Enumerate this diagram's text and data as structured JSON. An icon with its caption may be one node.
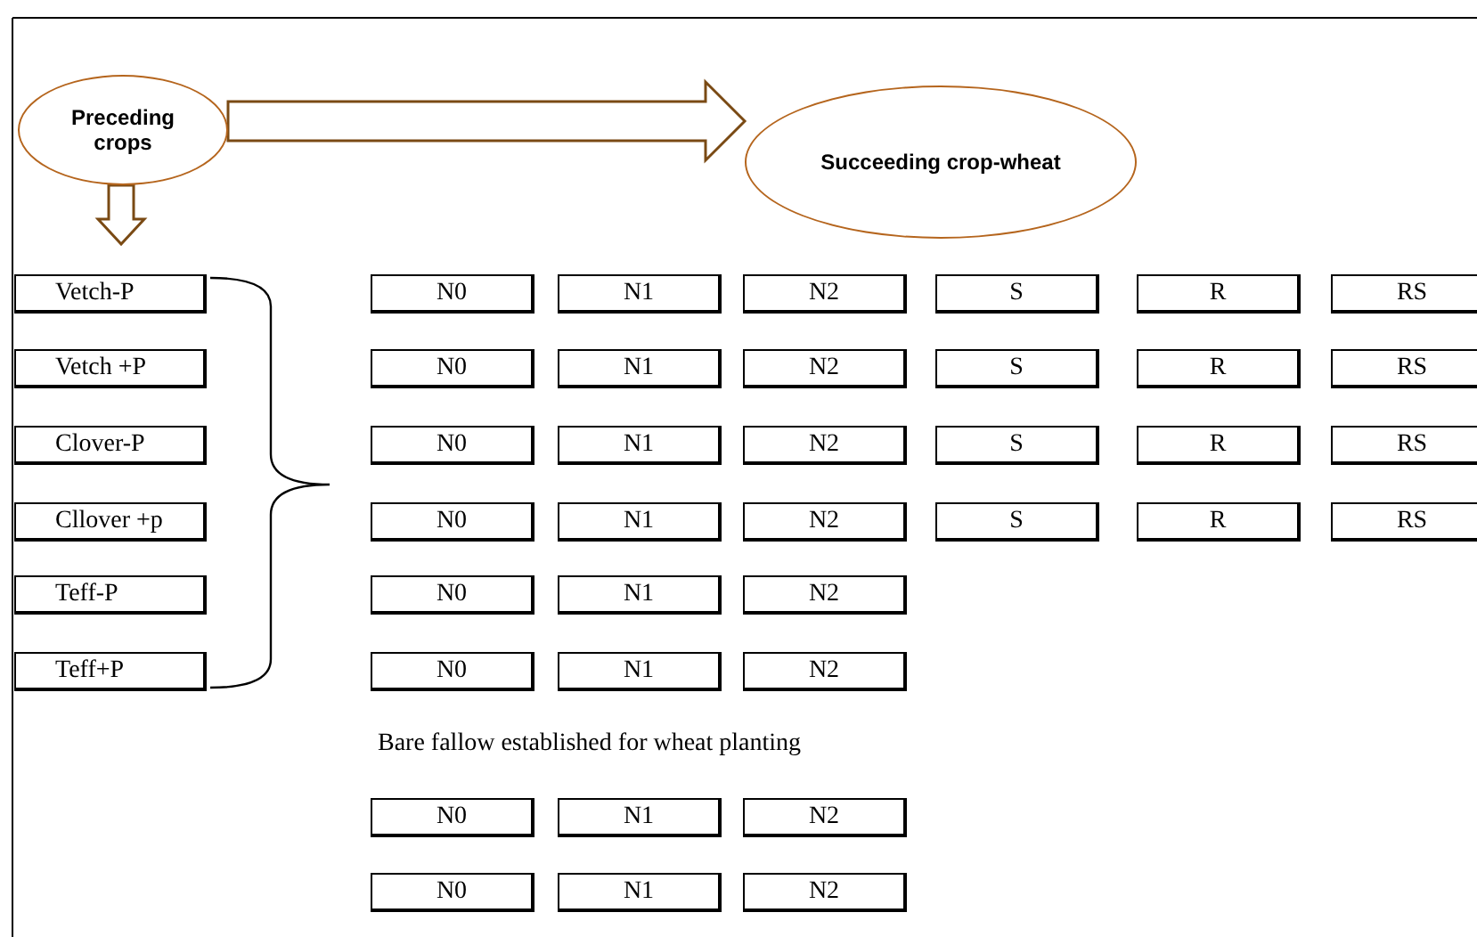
{
  "diagram": {
    "nodes": [
      {
        "text": [
          "Preceding crops"
        ]
      },
      {
        "text": [
          "Succeeding crop-wheat"
        ]
      },
      {
        "text": [
          "Vetch-P"
        ]
      },
      {
        "text": [
          "N0"
        ]
      },
      {
        "text": [
          "N1"
        ]
      },
      {
        "text": [
          "N2"
        ]
      },
      {
        "text": [
          "S"
        ]
      },
      {
        "text": [
          "R"
        ]
      },
      {
        "text": [
          "RS"
        ]
      },
      {
        "text": [
          "Vetch +P"
        ]
      },
      {
        "text": [
          "N0"
        ]
      },
      {
        "text": [
          "N1"
        ]
      },
      {
        "text": [
          "N2"
        ]
      },
      {
        "text": [
          "S"
        ]
      },
      {
        "text": [
          "R"
        ]
      },
      {
        "text": [
          "RS"
        ]
      },
      {
        "text": [
          "Clover-P"
        ]
      },
      {
        "text": [
          "N0"
        ]
      },
      {
        "text": [
          "N1"
        ]
      },
      {
        "text": [
          "N2"
        ]
      },
      {
        "text": [
          "S"
        ]
      },
      {
        "text": [
          "R"
        ]
      },
      {
        "text": [
          "RS"
        ]
      },
      {
        "text": [
          "Cllover +p"
        ]
      },
      {
        "text": [
          "N0"
        ]
      },
      {
        "text": [
          "N1"
        ]
      },
      {
        "text": [
          "N2"
        ]
      },
      {
        "text": [
          "S"
        ]
      },
      {
        "text": [
          "R"
        ]
      },
      {
        "text": [
          "RS"
        ]
      },
      {
        "text": [
          "Teff-P"
        ]
      },
      {
        "text": [
          "N0"
        ]
      },
      {
        "text": [
          "N1"
        ]
      },
      {
        "text": [
          "N2"
        ]
      },
      {
        "text": [
          "Teff+P"
        ]
      },
      {
        "text": [
          "N0"
        ]
      },
      {
        "text": [
          "N1"
        ]
      },
      {
        "text": [
          "N2"
        ]
      },
      {
        "text": [
          "N0"
        ]
      },
      {
        "text": [
          "N1"
        ]
      },
      {
        "text": [
          "N2"
        ]
      },
      {
        "text": [
          "N0"
        ]
      },
      {
        "text": [
          "N1"
        ]
      },
      {
        "text": [
          "N2"
        ]
      }
    ],
    "edges": [
      {
        "from": 0,
        "to": 1,
        "arrow": "to"
      },
      {
        "from": 0,
        "to": null,
        "arrow": "to"
      }
    ],
    "labels": [
      "Bare fallow established for wheat planting"
    ]
  }
}
